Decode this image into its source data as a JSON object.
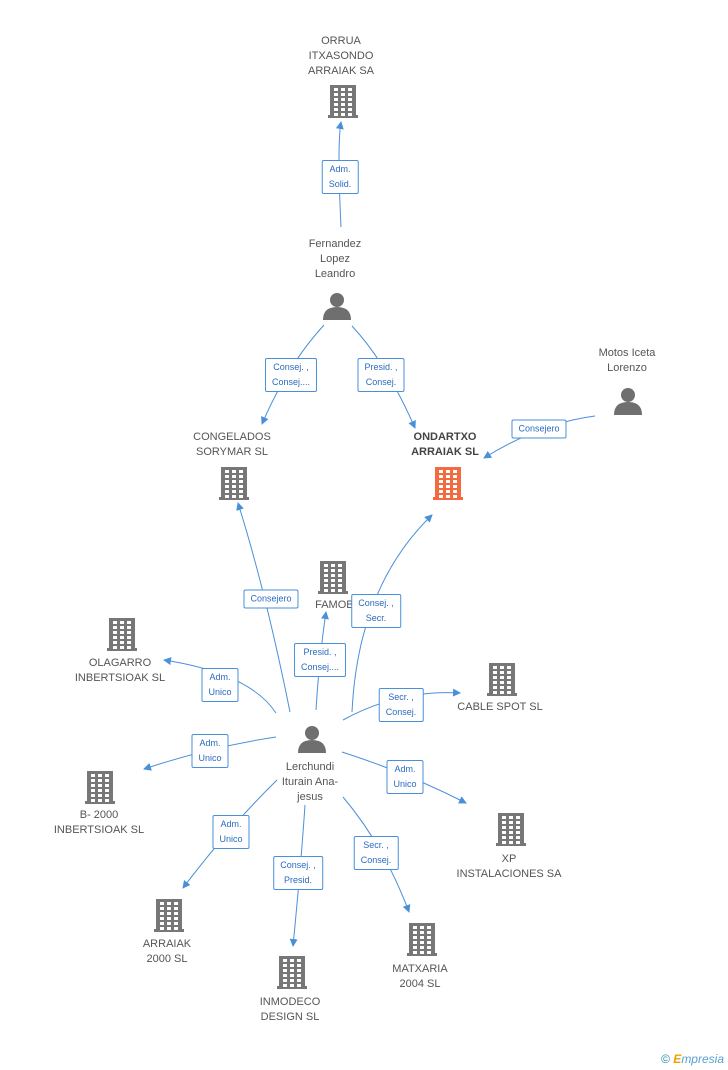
{
  "colors": {
    "edge": "#4a90d9",
    "company": "#777777",
    "focus": "#f26a3f",
    "person": "#6f6f6f"
  },
  "footer": {
    "copyright": "©",
    "brand_initial": "E",
    "brand_rest": "mpresia"
  },
  "nodes": [
    {
      "id": "orrua",
      "kind": "company",
      "label": "ORRUA\nITXASONDO\nARRAIAK SA"
    },
    {
      "id": "fernandez",
      "kind": "person",
      "label": "Fernandez\nLopez\nLeandro"
    },
    {
      "id": "motos",
      "kind": "person",
      "label": "Motos Iceta\nLorenzo"
    },
    {
      "id": "congelados",
      "kind": "company",
      "label": "CONGELADOS\nSORYMAR SL"
    },
    {
      "id": "ondartxo",
      "kind": "focus",
      "label": "ONDARTXO\nARRAIAK SL"
    },
    {
      "id": "famobe",
      "kind": "company",
      "label": "FAMOBE"
    },
    {
      "id": "olagarro",
      "kind": "company",
      "label": "OLAGARRO\nINBERTSIOAK SL"
    },
    {
      "id": "cablespot",
      "kind": "company",
      "label": "CABLE SPOT SL"
    },
    {
      "id": "lerchundi",
      "kind": "person",
      "label": "Lerchundi\nIturain Ana-\njesus"
    },
    {
      "id": "b2000",
      "kind": "company",
      "label": "B- 2000\nINBERTSIOAK SL"
    },
    {
      "id": "xp",
      "kind": "company",
      "label": "XP\nINSTALACIONES SA"
    },
    {
      "id": "arraiak2000",
      "kind": "company",
      "label": "ARRAIAK\n2000 SL"
    },
    {
      "id": "inmodeco",
      "kind": "company",
      "label": "INMODECO\nDESIGN SL"
    },
    {
      "id": "matxaria",
      "kind": "company",
      "label": "MATXARIA\n2004 SL"
    }
  ],
  "edges": [
    {
      "from": "fernandez",
      "to": "orrua",
      "label": "Adm.\nSolid."
    },
    {
      "from": "fernandez",
      "to": "congelados",
      "label": "Consej. ,\nConsej...."
    },
    {
      "from": "fernandez",
      "to": "ondartxo",
      "label": "Presid. ,\nConsej."
    },
    {
      "from": "motos",
      "to": "ondartxo",
      "label": "Consejero"
    },
    {
      "from": "lerchundi",
      "to": "congelados",
      "label": "Consejero"
    },
    {
      "from": "lerchundi",
      "to": "ondartxo",
      "label": "Consej. ,\nSecr."
    },
    {
      "from": "lerchundi",
      "to": "famobe",
      "label": "Presid. ,\nConsej...."
    },
    {
      "from": "lerchundi",
      "to": "olagarro",
      "label": "Adm.\nUnico"
    },
    {
      "from": "lerchundi",
      "to": "cablespot",
      "label": "Secr. ,\nConsej."
    },
    {
      "from": "lerchundi",
      "to": "b2000",
      "label": "Adm.\nUnico"
    },
    {
      "from": "lerchundi",
      "to": "xp",
      "label": "Adm.\nUnico"
    },
    {
      "from": "lerchundi",
      "to": "arraiak2000",
      "label": "Adm.\nUnico"
    },
    {
      "from": "lerchundi",
      "to": "inmodeco",
      "label": "Consej. ,\nPresid."
    },
    {
      "from": "lerchundi",
      "to": "matxaria",
      "label": "Secr. ,\nConsej."
    }
  ]
}
